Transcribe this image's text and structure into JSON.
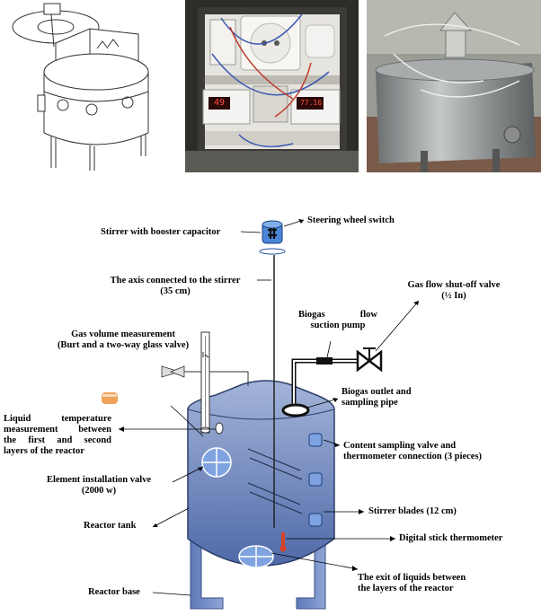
{
  "photos": {
    "panel_display_left": "49",
    "panel_display_right": "77.16"
  },
  "labels": {
    "stirrer_capacitor": "Stirrer with booster capacitor",
    "steering_switch": "Steering wheel switch",
    "axis": "The axis connected to the stirrer\n(35 cm)",
    "gas_valve": "Gas flow shut-off valve\n(½ In)",
    "suction_pump_line1": "Biogas     flow",
    "suction_pump_line2": "suction pump",
    "gas_volume": "Gas volume measurement\n(Burt and a two-way glass valve)",
    "biogas_outlet": "Biogas outlet and\nsampling pipe",
    "liquid_temp_line1": "Liquid      temperature",
    "liquid_temp_line2": "measurement between",
    "liquid_temp_line3": "the first and second",
    "liquid_temp_line4": "layers of the reactor",
    "content_sampling": "Content sampling valve and\nthermometer connection (3 pieces)",
    "element_valve": "Element installation valve\n(2000 w)",
    "stirrer_blades": "Stirrer blades (12 cm)",
    "reactor_tank": "Reactor tank",
    "digital_thermometer": "Digital stick thermometer",
    "liquids_exit": "The exit of liquids between\nthe layers of the reactor",
    "reactor_base": "Reactor base"
  },
  "colors": {
    "tank_top": "#a3b4d9",
    "tank_bottom": "#4f6aa8",
    "port": "#7fa3e0",
    "leg": "#5a73b4",
    "thermo_red": "#d8422a",
    "sensor_orange": "#f0a35a"
  }
}
